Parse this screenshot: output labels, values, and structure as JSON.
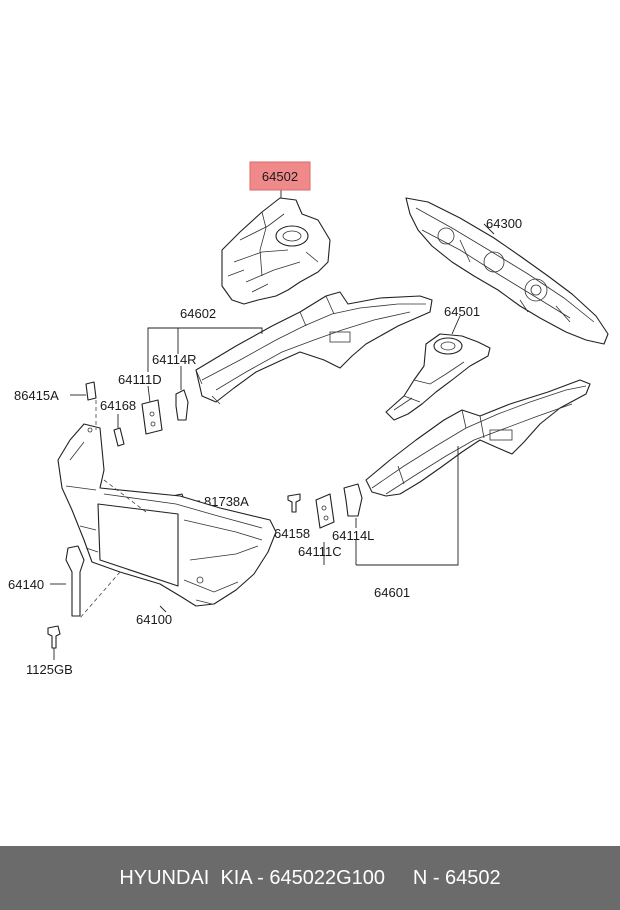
{
  "highlight_color": "#f08a8a",
  "labels": {
    "p64502": "64502",
    "p64300": "64300",
    "p64602": "64602",
    "p64501": "64501",
    "p64114R": "64114R",
    "p64111D": "64111D",
    "p86415A": "86415A",
    "p64168": "64168",
    "p81738A": "81738A",
    "p64158": "64158",
    "p64114L": "64114L",
    "p64111C": "64111C",
    "p64601": "64601",
    "p64140": "64140",
    "p64100": "64100",
    "p1125GB": "1125GB"
  },
  "footer": {
    "brand": "HYUNDAI  KIA - 645022G100",
    "code": "N - 64502"
  }
}
